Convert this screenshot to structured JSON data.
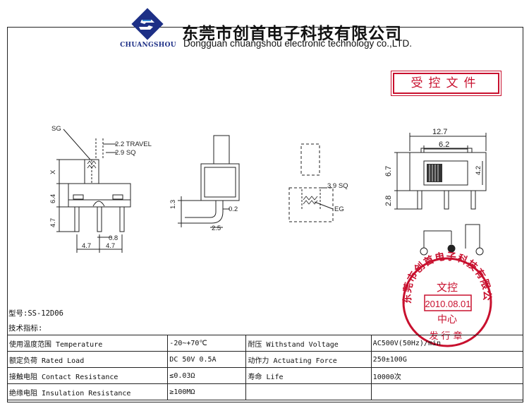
{
  "header": {
    "logo_text": "CHUANGSHOU",
    "company_name_cn": "东莞市创首电子科技有限公司",
    "company_name_en": "Dongguan chuangshou electronic technology co.,LTD."
  },
  "stamp_controlled": "受控文件",
  "drawing": {
    "side_view": {
      "sg": "SG",
      "travel": "2.2 TRAVEL",
      "sq": "2.9 SQ",
      "x": "X",
      "height": "6.4",
      "pin_length": "4.7",
      "pitch_left": "4.7",
      "pitch_right": "4.7",
      "pin_width": "0.8"
    },
    "bent_pin_view": {
      "h": "1.3",
      "w": "2.5",
      "t": "0.2"
    },
    "knob_view": {
      "sq": "3.9 SQ",
      "eg": "EG"
    },
    "front_view": {
      "width": "12.7",
      "window": "6.2",
      "height": "6.7",
      "knob_h": "4.2",
      "pin_len": "2.8"
    }
  },
  "model": "型号:SS-12D06",
  "spec_title": "技术指标:",
  "specs": [
    [
      "使用温度范围 Temperature",
      "-20~+70℃",
      "耐压 Withstand Voltage",
      "AC500V(50Hz)/min"
    ],
    [
      "额定负荷 Rated Load",
      "DC 50V 0.5A",
      "动作力 Actuating Force",
      "250±100G"
    ],
    [
      "接触电阻 Contact Resistance",
      "≤0.03Ω",
      "寿命 Life",
      "10000次"
    ],
    [
      "绝缘电阻 Insulation Resistance",
      "≥100MΩ",
      "",
      ""
    ]
  ],
  "seal": {
    "ring_text": "东莞市创首电子科技有限公司",
    "top": "文控",
    "date": "2010.08.01",
    "middle": "中心",
    "bottom": "发行章"
  },
  "colors": {
    "seal_red": "#c8102e",
    "logo_blue": "#1d2f86",
    "logo_light": "#3a8fd6"
  }
}
